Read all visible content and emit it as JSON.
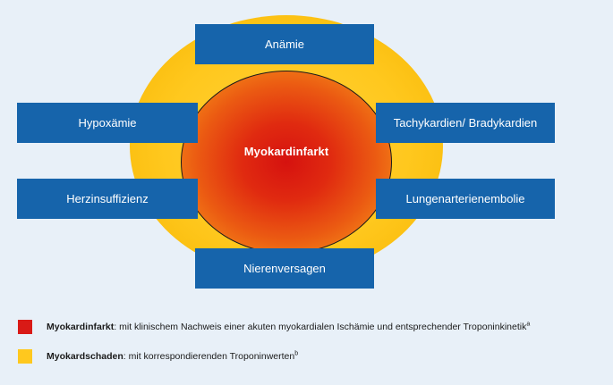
{
  "center": {
    "label": "Myokardinfarkt"
  },
  "boxes": {
    "top": "Anämie",
    "left_upper": "Hypoxämie",
    "left_lower": "Herzinsuffizienz",
    "right_upper": "Tachykardien/ Bradykardien",
    "right_lower": "Lungenarterienembolie",
    "bottom": "Nierenversagen"
  },
  "legend": [
    {
      "title": "Myokardinfarkt",
      "text": ": mit klinischem Nachweis einer akuten myokardialen Ischämie und entsprechender Troponinkinetik",
      "sup": "a",
      "color": "#d91a16"
    },
    {
      "title": "Myokardschaden",
      "text": ": mit korrespondierenden Troponinwerten",
      "sup": "b",
      "color": "#ffc81e"
    }
  ]
}
